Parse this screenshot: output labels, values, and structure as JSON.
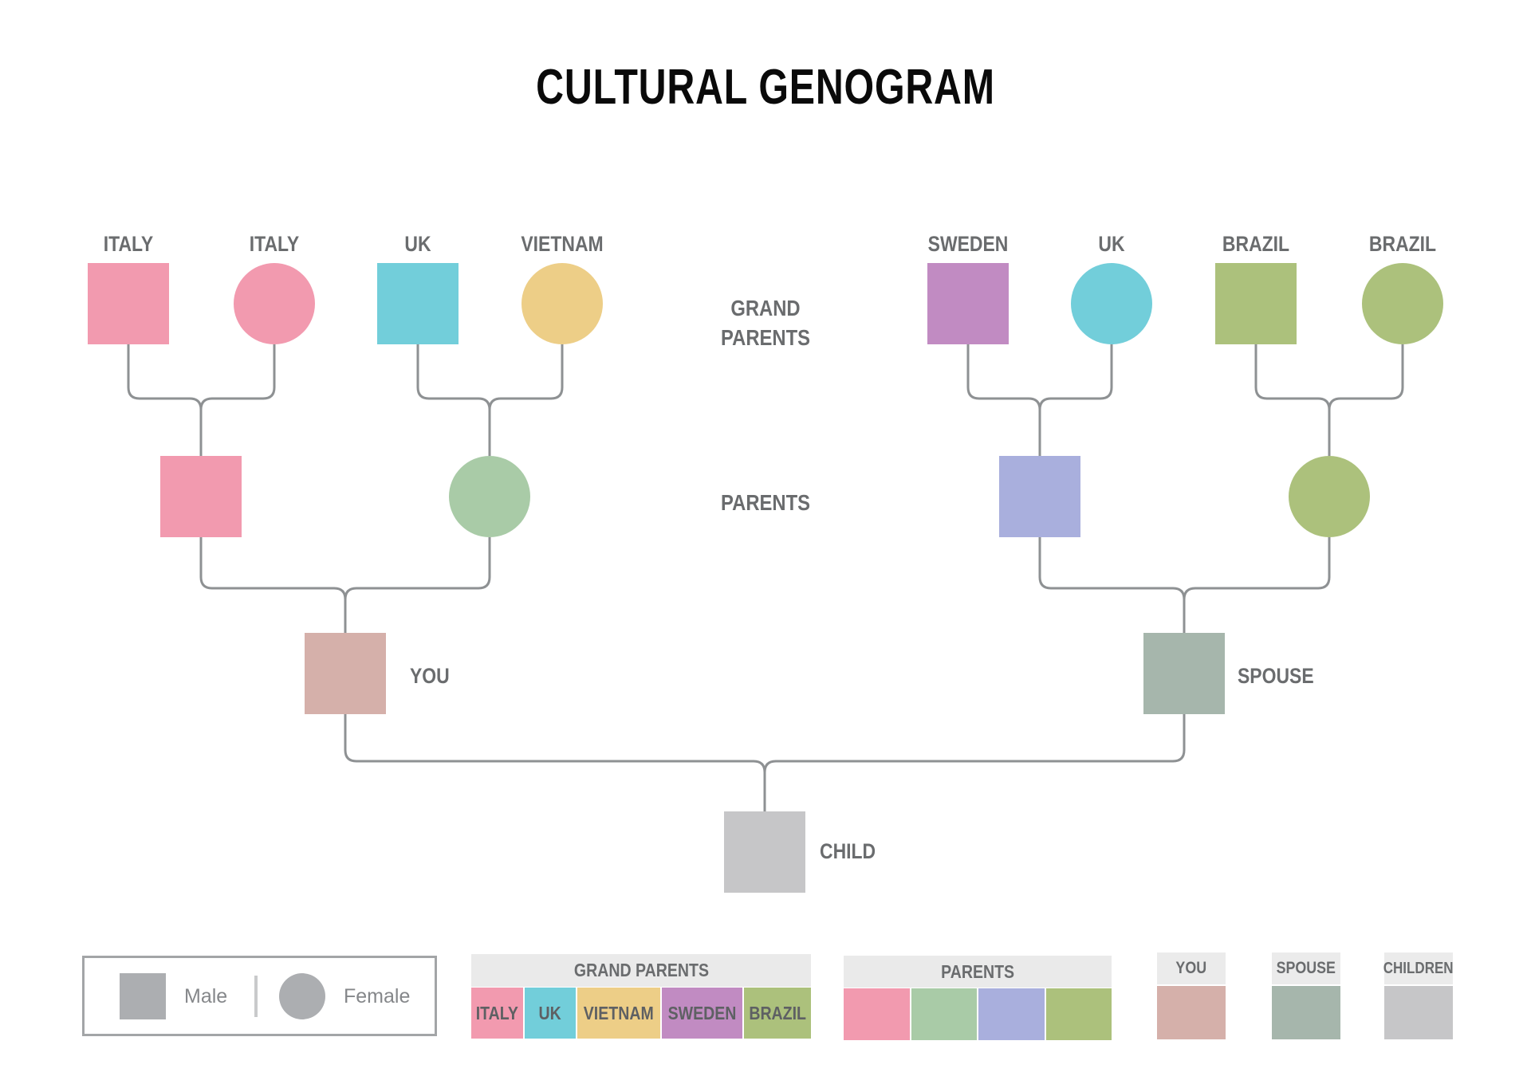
{
  "title": "CULTURAL GENOGRAM",
  "generation_labels": {
    "grandparents": "GRAND\nPARENTS",
    "parents": "PARENTS"
  },
  "line_color": "#8E9193",
  "grandparents": [
    {
      "label": "ITALY",
      "shape": "square",
      "gender": "male",
      "color": "#F29AAF"
    },
    {
      "label": "ITALY",
      "shape": "circle",
      "gender": "female",
      "color": "#F29AAF"
    },
    {
      "label": "UK",
      "shape": "square",
      "gender": "male",
      "color": "#72CEDA"
    },
    {
      "label": "VIETNAM",
      "shape": "circle",
      "gender": "female",
      "color": "#EDCE87"
    },
    {
      "label": "SWEDEN",
      "shape": "square",
      "gender": "male",
      "color": "#C18BC2"
    },
    {
      "label": "UK",
      "shape": "circle",
      "gender": "female",
      "color": "#72CEDA"
    },
    {
      "label": "BRAZIL",
      "shape": "square",
      "gender": "male",
      "color": "#ACC17C"
    },
    {
      "label": "BRAZIL",
      "shape": "circle",
      "gender": "female",
      "color": "#ACC17C"
    }
  ],
  "parents": [
    {
      "shape": "square",
      "gender": "male",
      "color": "#F29AAF"
    },
    {
      "shape": "circle",
      "gender": "female",
      "color": "#A9CBA7"
    },
    {
      "shape": "square",
      "gender": "male",
      "color": "#A9AFDD"
    },
    {
      "shape": "circle",
      "gender": "female",
      "color": "#ACC17C"
    }
  ],
  "individuals": {
    "you": {
      "label": "YOU",
      "color": "#D5B0AA"
    },
    "spouse": {
      "label": "SPOUSE",
      "color": "#A6B6AC"
    },
    "child": {
      "label": "CHILD",
      "color": "#C6C6C8"
    }
  },
  "legend": {
    "male_label": "Male",
    "female_label": "Female",
    "shape_color": "#ACAEB1"
  },
  "keys": {
    "grandparents": {
      "title": "GRAND PARENTS",
      "items": [
        {
          "label": "ITALY",
          "color": "#F29AAF"
        },
        {
          "label": "UK",
          "color": "#72CEDA"
        },
        {
          "label": "VIETNAM",
          "color": "#EDCE87"
        },
        {
          "label": "SWEDEN",
          "color": "#C18BC2"
        },
        {
          "label": "BRAZIL",
          "color": "#ACC17C"
        }
      ]
    },
    "parents": {
      "title": "PARENTS",
      "items": [
        {
          "color": "#F29AAF"
        },
        {
          "color": "#A9CBA7"
        },
        {
          "color": "#A9AFDD"
        },
        {
          "color": "#ACC17C"
        }
      ]
    },
    "you": {
      "title": "YOU",
      "color": "#D5B0AA"
    },
    "spouse": {
      "title": "SPOUSE",
      "color": "#A6B6AC"
    },
    "children": {
      "title": "CHILDREN",
      "color": "#C6C6C8"
    }
  }
}
